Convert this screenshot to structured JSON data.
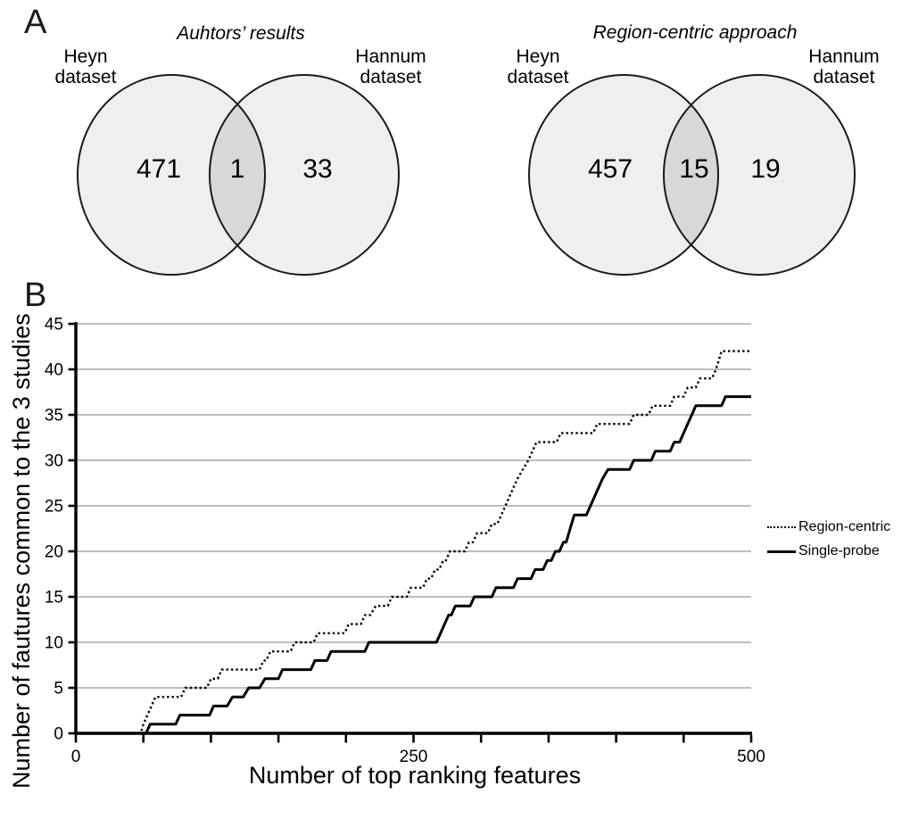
{
  "figure": {
    "panel_a": {
      "label": "A",
      "colors": {
        "circle_fill": "#efefef",
        "overlap_fill": "#d8d8d8",
        "stroke": "#1a1a1a"
      },
      "venn_left": {
        "title": "Auhtors’ results",
        "left_label_line1": "Heyn",
        "left_label_line2": "dataset",
        "right_label_line1": "Hannum",
        "right_label_line2": "dataset",
        "left_count": "471",
        "overlap_count": "1",
        "right_count": "33"
      },
      "venn_right": {
        "title": "Region-centric approach",
        "left_label_line1": "Heyn",
        "left_label_line2": "dataset",
        "right_label_line1": "Hannum",
        "right_label_line2": "dataset",
        "left_count": "457",
        "overlap_count": "15",
        "right_count": "19"
      }
    },
    "panel_b": {
      "label": "B"
    }
  },
  "chart_data": {
    "type": "line",
    "title": "",
    "xlabel": "Number of top ranking features",
    "ylabel": "Number of fautures common to the 3 studies",
    "xlim": [
      0,
      500
    ],
    "ylim": [
      0,
      45
    ],
    "yticks": [
      0,
      5,
      10,
      15,
      20,
      25,
      30,
      35,
      40,
      45
    ],
    "xtick_minor_step": 50,
    "xticks_labeled": [
      0,
      250,
      500
    ],
    "grid": "horizontal",
    "gridline_color": "#a8a8a8",
    "axis_color": "#000000",
    "legend_position": "right",
    "series": [
      {
        "name": "Region-centric",
        "line": "dotted",
        "color": "#000000",
        "points": [
          [
            0,
            0
          ],
          [
            48,
            0
          ],
          [
            50,
            1
          ],
          [
            53,
            2
          ],
          [
            56,
            3
          ],
          [
            59,
            4
          ],
          [
            78,
            4
          ],
          [
            81,
            5
          ],
          [
            97,
            5
          ],
          [
            100,
            6
          ],
          [
            105,
            6
          ],
          [
            108,
            7
          ],
          [
            136,
            7
          ],
          [
            139,
            8
          ],
          [
            141,
            8
          ],
          [
            144,
            9
          ],
          [
            159,
            9
          ],
          [
            162,
            10
          ],
          [
            176,
            10
          ],
          [
            179,
            11
          ],
          [
            199,
            11
          ],
          [
            202,
            12
          ],
          [
            211,
            12
          ],
          [
            214,
            13
          ],
          [
            218,
            13
          ],
          [
            222,
            14
          ],
          [
            231,
            14
          ],
          [
            234,
            15
          ],
          [
            245,
            15
          ],
          [
            248,
            16
          ],
          [
            257,
            16
          ],
          [
            260,
            17
          ],
          [
            263,
            17
          ],
          [
            266,
            18
          ],
          [
            269,
            18
          ],
          [
            272,
            19
          ],
          [
            274,
            19
          ],
          [
            277,
            20
          ],
          [
            288,
            20
          ],
          [
            291,
            21
          ],
          [
            294,
            21
          ],
          [
            297,
            22
          ],
          [
            305,
            22
          ],
          [
            308,
            23
          ],
          [
            312,
            23
          ],
          [
            315,
            24
          ],
          [
            318,
            25
          ],
          [
            321,
            26
          ],
          [
            324,
            27
          ],
          [
            327,
            28
          ],
          [
            331,
            29
          ],
          [
            335,
            30
          ],
          [
            338,
            31
          ],
          [
            341,
            32
          ],
          [
            356,
            32
          ],
          [
            359,
            33
          ],
          [
            383,
            33
          ],
          [
            386,
            34
          ],
          [
            410,
            34
          ],
          [
            413,
            35
          ],
          [
            424,
            35
          ],
          [
            427,
            36
          ],
          [
            440,
            36
          ],
          [
            443,
            37
          ],
          [
            450,
            37
          ],
          [
            453,
            38
          ],
          [
            459,
            38
          ],
          [
            462,
            39
          ],
          [
            471,
            39
          ],
          [
            474,
            40
          ],
          [
            476,
            41
          ],
          [
            478,
            42
          ],
          [
            500,
            42
          ]
        ]
      },
      {
        "name": "Single-probe",
        "line": "solid",
        "color": "#000000",
        "points": [
          [
            0,
            0
          ],
          [
            52,
            0
          ],
          [
            55,
            1
          ],
          [
            74,
            1
          ],
          [
            77,
            2
          ],
          [
            99,
            2
          ],
          [
            102,
            3
          ],
          [
            112,
            3
          ],
          [
            116,
            4
          ],
          [
            124,
            4
          ],
          [
            128,
            5
          ],
          [
            136,
            5
          ],
          [
            140,
            6
          ],
          [
            150,
            6
          ],
          [
            153,
            7
          ],
          [
            174,
            7
          ],
          [
            177,
            8
          ],
          [
            186,
            8
          ],
          [
            189,
            9
          ],
          [
            214,
            9
          ],
          [
            217,
            10
          ],
          [
            267,
            10
          ],
          [
            270,
            11
          ],
          [
            273,
            12
          ],
          [
            276,
            13
          ],
          [
            278,
            13
          ],
          [
            281,
            14
          ],
          [
            292,
            14
          ],
          [
            295,
            15
          ],
          [
            308,
            15
          ],
          [
            311,
            16
          ],
          [
            324,
            16
          ],
          [
            327,
            17
          ],
          [
            337,
            17
          ],
          [
            340,
            18
          ],
          [
            346,
            18
          ],
          [
            349,
            19
          ],
          [
            352,
            19
          ],
          [
            355,
            20
          ],
          [
            358,
            20
          ],
          [
            361,
            21
          ],
          [
            363,
            21
          ],
          [
            365,
            22
          ],
          [
            367,
            23
          ],
          [
            369,
            24
          ],
          [
            378,
            24
          ],
          [
            381,
            25
          ],
          [
            384,
            26
          ],
          [
            387,
            27
          ],
          [
            390,
            28
          ],
          [
            394,
            29
          ],
          [
            410,
            29
          ],
          [
            413,
            30
          ],
          [
            426,
            30
          ],
          [
            429,
            31
          ],
          [
            440,
            31
          ],
          [
            443,
            32
          ],
          [
            447,
            32
          ],
          [
            450,
            33
          ],
          [
            453,
            34
          ],
          [
            456,
            35
          ],
          [
            459,
            36
          ],
          [
            478,
            36
          ],
          [
            481,
            37
          ],
          [
            500,
            37
          ]
        ]
      }
    ]
  }
}
